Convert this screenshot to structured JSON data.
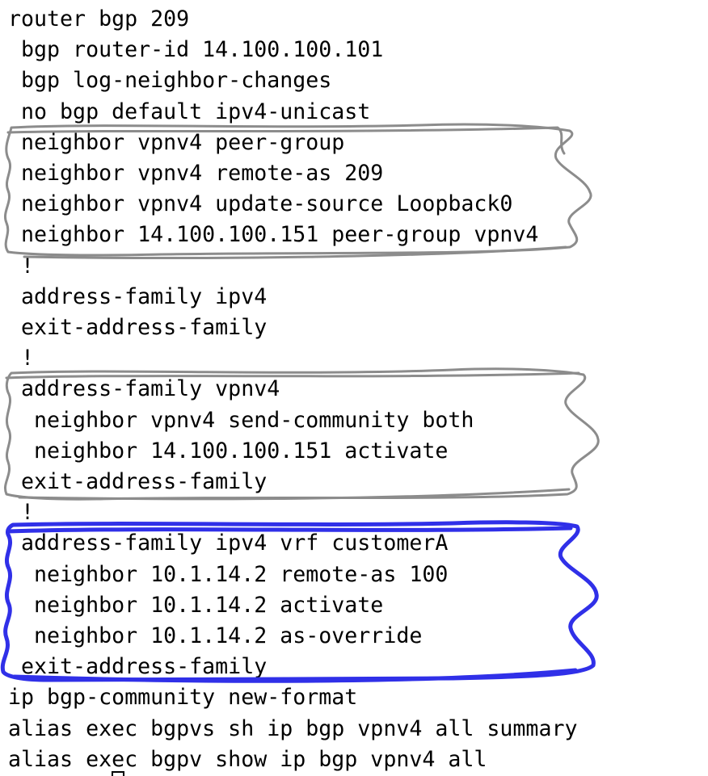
{
  "config_lines": [
    "router bgp 209",
    " bgp router-id 14.100.100.101",
    " bgp log-neighbor-changes",
    " no bgp default ipv4-unicast",
    " neighbor vpnv4 peer-group",
    " neighbor vpnv4 remote-as 209",
    " neighbor vpnv4 update-source Loopback0",
    " neighbor 14.100.100.151 peer-group vpnv4",
    " !",
    " address-family ipv4",
    " exit-address-family",
    " !",
    " address-family vpnv4",
    "  neighbor vpnv4 send-community both",
    "  neighbor 14.100.100.151 activate",
    " exit-address-family",
    " !",
    " address-family ipv4 vrf customerA",
    "  neighbor 10.1.14.2 remote-as 100",
    "  neighbor 10.1.14.2 activate",
    "  neighbor 10.1.14.2 as-override",
    " exit-address-family",
    "ip bgp-community new-format",
    "alias exec bgpvs sh ip bgp vpnv4 all summary",
    "alias exec bgpv show ip bgp vpnv4 all"
  ],
  "highlights": [
    {
      "name": "peer-group-box",
      "from_line": 4,
      "to_line": 7,
      "color": "#8c8c8c"
    },
    {
      "name": "vpnv4-family-box",
      "from_line": 12,
      "to_line": 15,
      "color": "#8c8c8c"
    },
    {
      "name": "vrf-customerA-box",
      "from_line": 17,
      "to_line": 21,
      "color": "#3030e8"
    }
  ]
}
